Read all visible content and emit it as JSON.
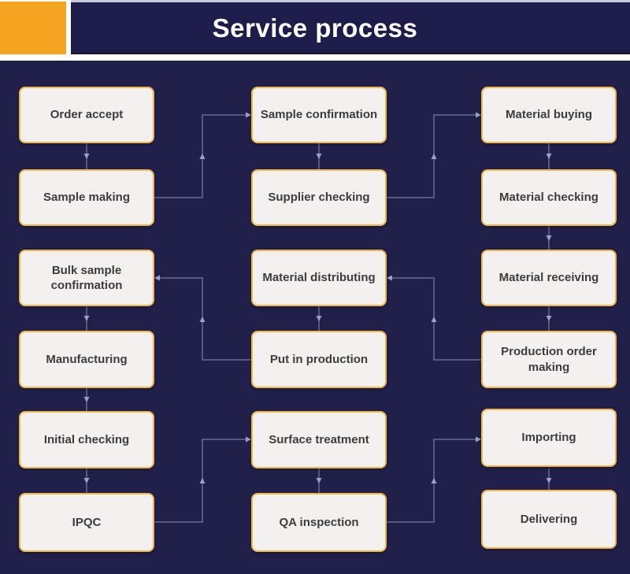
{
  "header": {
    "title": "Service process"
  },
  "colors": {
    "background": "#21204b",
    "header_bar": "#1e1c49",
    "accent_orange": "#f4a41f",
    "box_fill": "#f2f1ef",
    "box_border": "#f0b64a",
    "box_text": "#3d3d3d",
    "connector": "#666b95",
    "arrowhead": "#9aa0c8",
    "title_text": "#ffffff"
  },
  "flow": {
    "columns": [
      {
        "id": "left",
        "boxes": [
          "Order accept",
          "Sample making",
          "Bulk sample confirmation",
          "Manufacturing",
          "Initial checking",
          "IPQC"
        ]
      },
      {
        "id": "middle",
        "boxes": [
          "Sample confirmation",
          "Supplier checking",
          "Material distributing",
          "Put in production",
          "Surface treatment",
          "QA inspection"
        ]
      },
      {
        "id": "right",
        "boxes": [
          "Material buying",
          "Material checking",
          "Material receiving",
          "Production order making",
          "Importing",
          "Delivering"
        ]
      }
    ],
    "sequence": [
      "Order accept",
      "Sample making",
      "Sample confirmation",
      "Supplier checking",
      "Material buying",
      "Material checking",
      "Material receiving",
      "Production order making",
      "Material distributing",
      "Put in production",
      "Bulk sample confirmation",
      "Manufacturing",
      "Initial checking",
      "IPQC",
      "Surface treatment",
      "QA inspection",
      "Importing",
      "Delivering"
    ]
  }
}
